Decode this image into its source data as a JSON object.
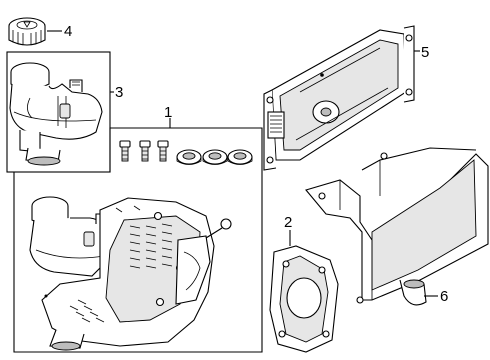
{
  "diagram": {
    "callouts": [
      {
        "id": "1"
      },
      {
        "id": "2"
      },
      {
        "id": "3"
      },
      {
        "id": "4"
      },
      {
        "id": "5"
      },
      {
        "id": "6"
      }
    ]
  }
}
